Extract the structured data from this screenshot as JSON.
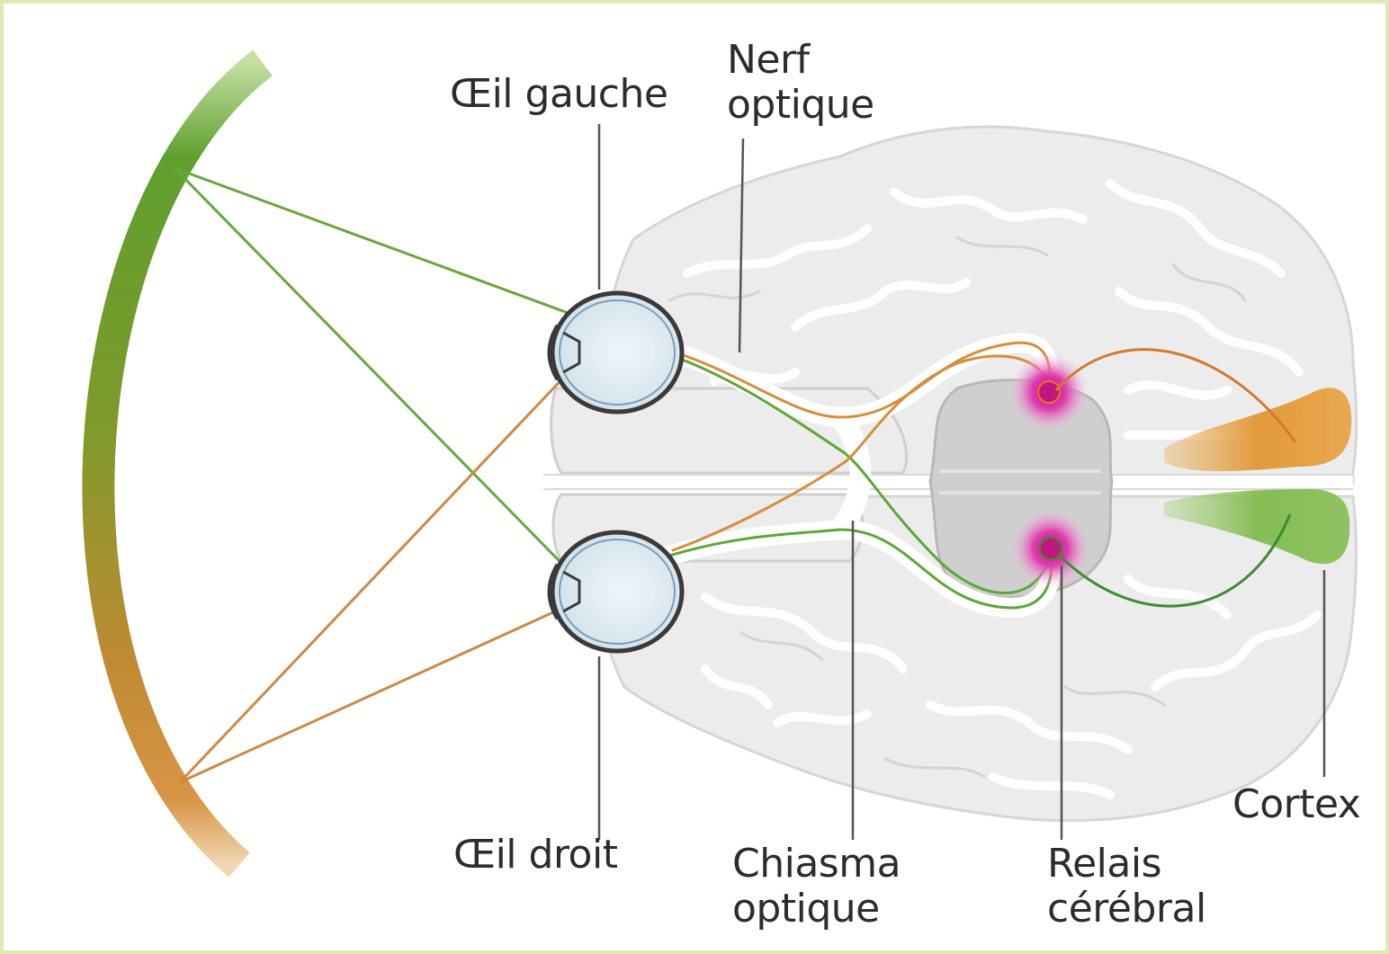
{
  "labels": {
    "oeil_gauche": "Œil gauche",
    "nerf_optique": [
      "Nerf",
      "optique"
    ],
    "oeil_droit": "Œil droit",
    "chiasma_optique": [
      "Chiasma",
      "optique"
    ],
    "relais_cerebral": [
      "Relais",
      "cérébral"
    ],
    "cortex": "Cortex"
  },
  "colors": {
    "left_field": "#5a9e2f",
    "right_field": "#cc8a34",
    "left_cortex": "#8bc360",
    "right_cortex": "#e4a24a",
    "relay": "#d0219a",
    "brain": "#ececec",
    "frame": "#dfeab3"
  }
}
